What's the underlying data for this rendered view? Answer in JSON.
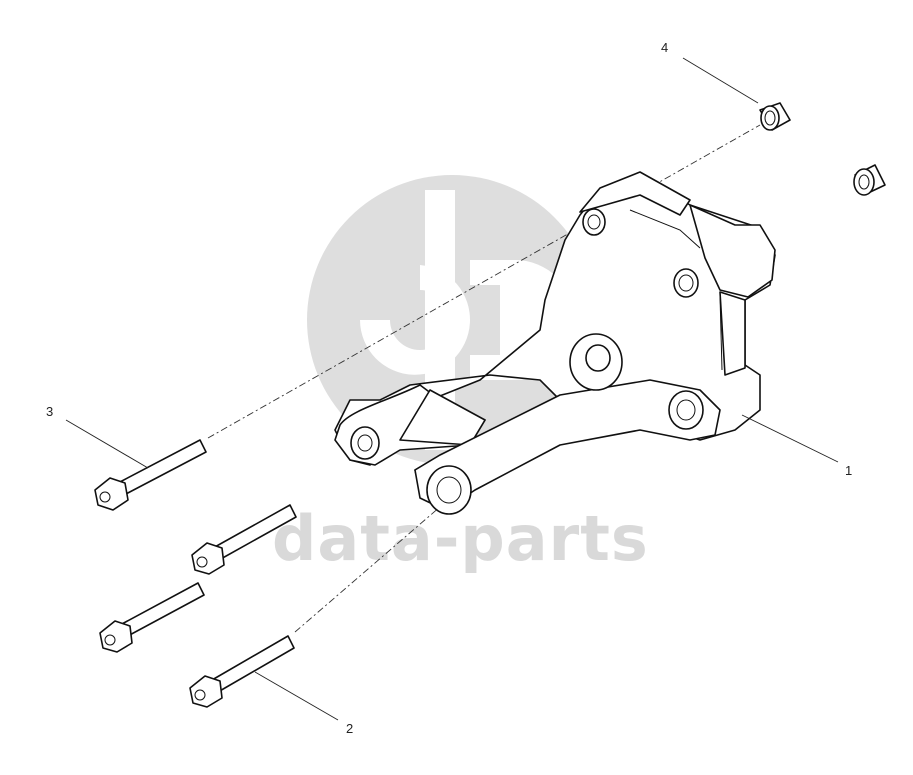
{
  "watermark": {
    "text": "data-parts",
    "color": "#d9d9d9"
  },
  "callouts": [
    {
      "id": "1",
      "label": "1"
    },
    {
      "id": "2",
      "label": "2"
    },
    {
      "id": "3",
      "label": "3"
    },
    {
      "id": "4",
      "label": "4"
    }
  ],
  "parts": [
    {
      "callout": "1",
      "name": "bracket"
    },
    {
      "callout": "2",
      "name": "bolt"
    },
    {
      "callout": "3",
      "name": "bolt"
    },
    {
      "callout": "4",
      "name": "bushing"
    }
  ]
}
